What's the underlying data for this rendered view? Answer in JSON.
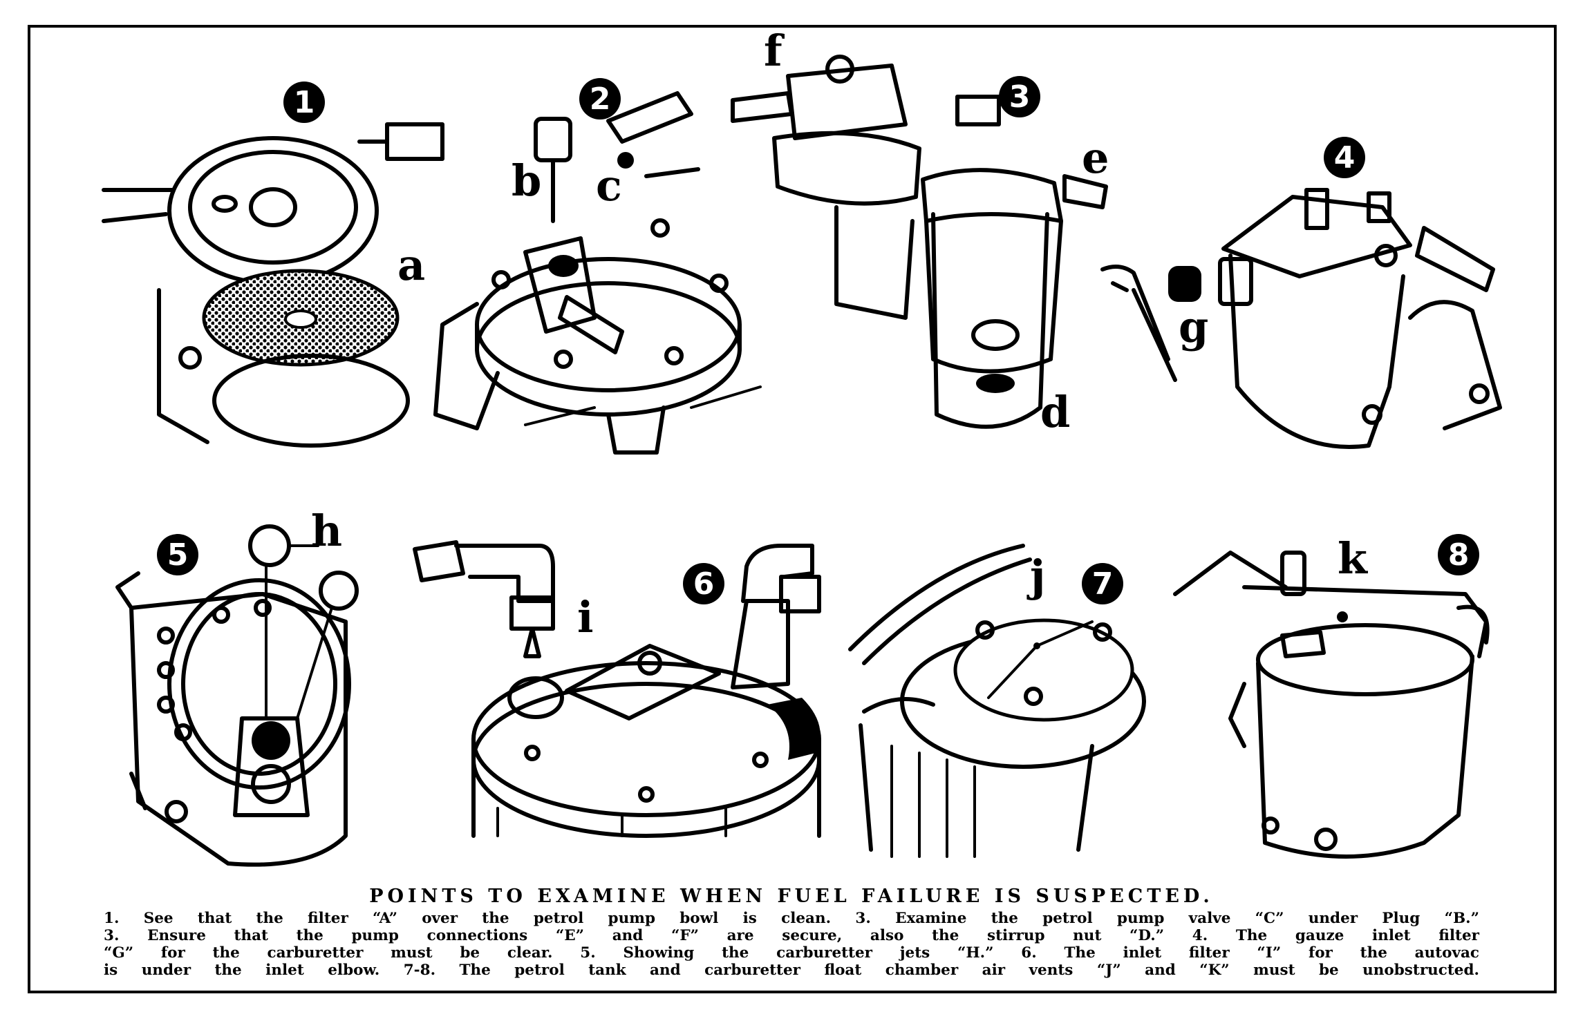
{
  "figure": {
    "panel_numbers": [
      "1",
      "2",
      "3",
      "4",
      "5",
      "6",
      "7",
      "8"
    ],
    "part_letters": [
      "a",
      "b",
      "c",
      "d",
      "e",
      "f",
      "g",
      "h",
      "i",
      "j",
      "k"
    ]
  },
  "caption": {
    "title": "POINTS TO EXAMINE WHEN FUEL FAILURE IS SUSPECTED.",
    "lines": [
      "1. See that the filter “A” over the petrol pump bowl is clean. 3. Examine the petrol pump valve “C” under Plug “B.”",
      "3. Ensure that the pump connections “E” and “F” are secure, also the stirrup nut “D.” 4. The gauze inlet filter",
      "“G” for the carburetter must be clear. 5. Showing the carburetter jets “H.” 6. The inlet filter “I” for the autovac",
      "is under the inlet elbow. 7-8. The petrol tank and carburetter float chamber air vents “J” and “K” must be unobstructed."
    ]
  }
}
